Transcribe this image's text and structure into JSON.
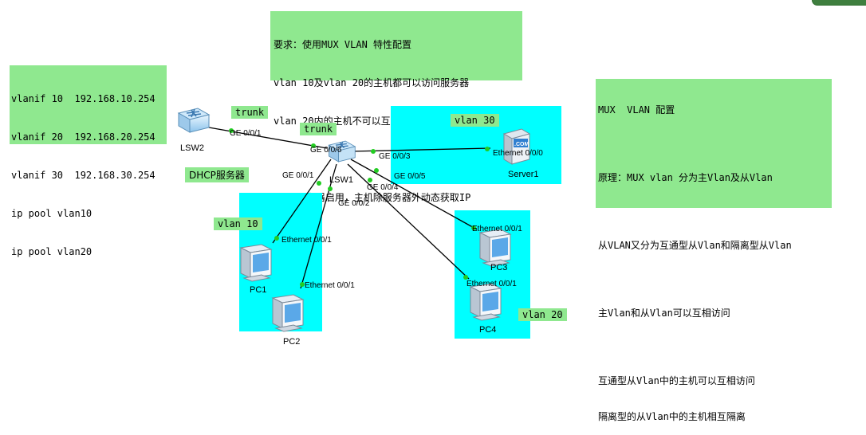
{
  "requirements_note": {
    "line1": "要求：使用MUX VLAN 特性配置",
    "line2": "vlan 10及vlan 20的主机都可以访问服务器",
    "line3": "vlan 20内的主机不可以互相访问",
    "line4": "DHCP服务器启用，主机除服务器外动态获取IP"
  },
  "config_note": {
    "line1": "vlanif 10  192.168.10.254",
    "line2": "vlanif 20  192.168.20.254",
    "line3": "vlanif 30  192.168.30.254",
    "line4": "ip pool vlan10",
    "line5": "ip pool vlan20"
  },
  "mux_note": {
    "line1": "MUX  VLAN 配置",
    "line2": "原理：MUX vlan 分为主Vlan及从Vlan",
    "line3": "从VLAN又分为互通型从Vlan和隔离型从Vlan",
    "line4": "主Vlan和从Vlan可以互相访问",
    "line5": "互通型从Vlan中的主机可以互相访问",
    "line6": "隔离型的从Vlan中的主机相互隔离"
  },
  "tags": {
    "trunk1": "trunk",
    "trunk2": "trunk",
    "dhcp": "DHCP服务器",
    "vlan30": "vlan 30",
    "vlan10": "vlan 10",
    "vlan20": "vlan 20"
  },
  "devices": {
    "lsw2": "LSW2",
    "lsw1": "LSW1",
    "server1": "Server1",
    "server_badge": ".COM",
    "pc1": "PC1",
    "pc2": "PC2",
    "pc3": "PC3",
    "pc4": "PC4"
  },
  "ports": {
    "lsw2_ge001": "GE 0/0/1",
    "lsw1_ge006": "GE 0/0/6",
    "lsw1_ge003": "GE 0/0/3",
    "lsw1_ge005": "GE 0/0/5",
    "lsw1_ge004": "GE 0/0/4",
    "lsw1_ge001": "GE 0/0/1",
    "lsw1_ge002": "GE 0/0/2",
    "server_eth": "Ethernet 0/0/0",
    "pc1_eth": "Ethernet 0/0/1",
    "pc2_eth": "Ethernet 0/0/1",
    "pc3_eth": "Ethernet 0/0/1",
    "pc4_eth": "Ethernet 0/0/1"
  },
  "colors": {
    "note_green": "#8fe88f",
    "vlan_area_cyan": "#00ffff",
    "port_dot": "#22cc22"
  }
}
